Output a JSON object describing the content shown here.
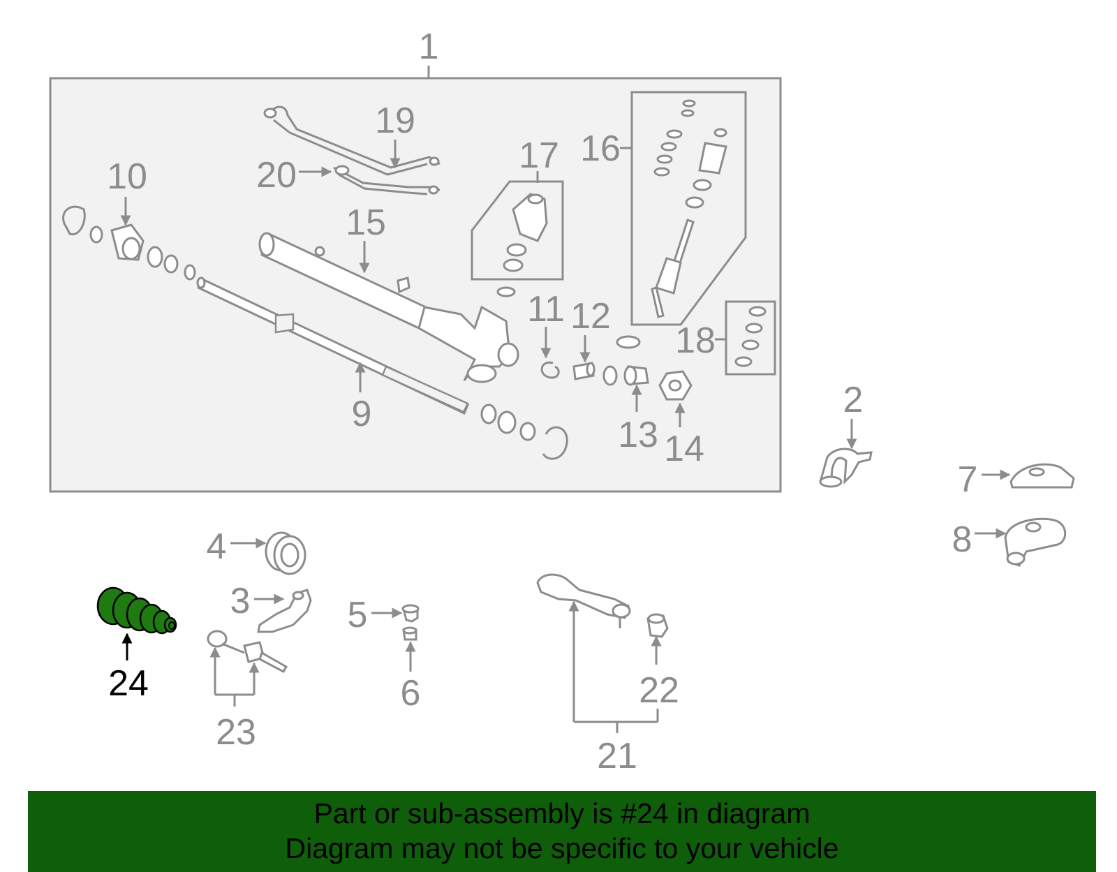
{
  "labels": {
    "n1": "1",
    "n2": "2",
    "n3": "3",
    "n4": "4",
    "n5": "5",
    "n6": "6",
    "n7": "7",
    "n8": "8",
    "n9": "9",
    "n10": "10",
    "n11": "11",
    "n12": "12",
    "n13": "13",
    "n14": "14",
    "n15": "15",
    "n16": "16",
    "n17": "17",
    "n18": "18",
    "n19": "19",
    "n20": "20",
    "n21": "21",
    "n22": "22",
    "n23": "23",
    "n24": "24"
  },
  "highlight_part": "24",
  "colors": {
    "highlight": "#1f7a12",
    "banner": "#0e5e0a",
    "line": "#8c8c8c"
  },
  "banner": {
    "line1": "Part or sub-assembly is #24 in diagram",
    "line2": "Diagram may not be specific to your vehicle"
  }
}
